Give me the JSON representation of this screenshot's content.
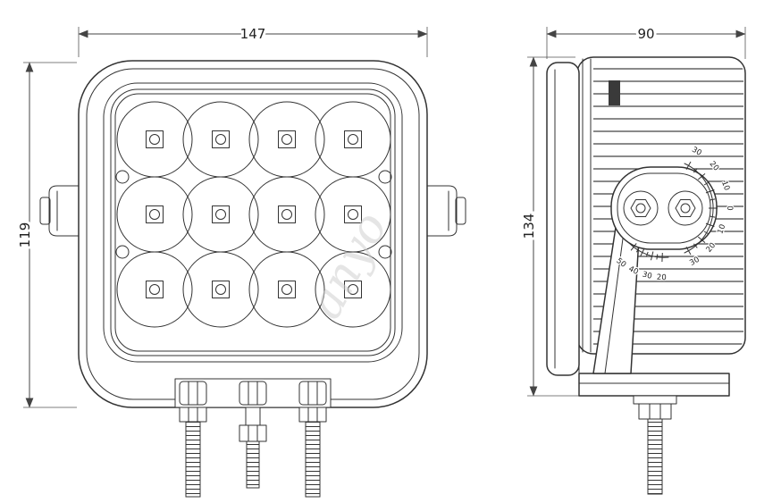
{
  "drawing": {
    "front_view": {
      "width_label": "147",
      "height_label": "119"
    },
    "side_view": {
      "width_label": "90",
      "height_label": "134",
      "angle_scale_upper": [
        "30",
        "20",
        "10",
        "0",
        "10",
        "20",
        "30"
      ],
      "angle_scale_lower": [
        "50",
        "40",
        "30",
        "20"
      ]
    },
    "watermark": "anyo"
  },
  "colors": {
    "line": "#333333",
    "hatch": "#b9b9b9",
    "watermark": "#d0d0d0",
    "background": "#ffffff"
  }
}
